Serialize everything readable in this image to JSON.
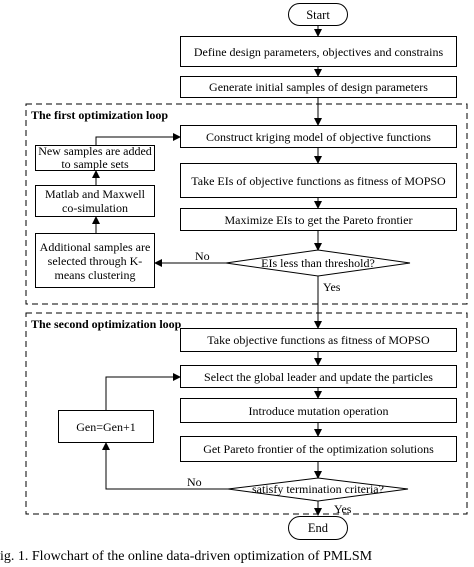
{
  "terminals": {
    "start": "Start",
    "end": "End"
  },
  "steps": {
    "define": "Define design parameters, objectives and constrains",
    "generate": "Generate initial samples of design parameters",
    "kriging": "Construct kriging model of objective functions",
    "eis_fitness": "Take EIs of objective functions as fitness of MOPSO",
    "maximize": "Maximize EIs to get the Pareto frontier",
    "new_samples": "New samples are added to sample sets",
    "cosim": "Matlab and Maxwell co-simulation",
    "additional": "Additional samples are selected through K-means clustering",
    "obj_fitness": "Take objective functions as fitness of MOPSO",
    "select_leader": "Select the global leader and update the particles",
    "mutation": "Introduce mutation operation",
    "pareto": "Get Pareto frontier of the optimization solutions",
    "gen": "Gen=Gen+1"
  },
  "decisions": {
    "threshold": "EIs less than threshold?",
    "termination": "satisfy termination criteria?"
  },
  "edge_labels": {
    "no1": "No",
    "yes1": "Yes",
    "no2": "No",
    "yes2": "Yes"
  },
  "loops": {
    "first": "The first optimization loop",
    "second": "The second optimization loop"
  },
  "caption": "ig. 1.   Flowchart of the online data-driven optimization of PMLSM"
}
